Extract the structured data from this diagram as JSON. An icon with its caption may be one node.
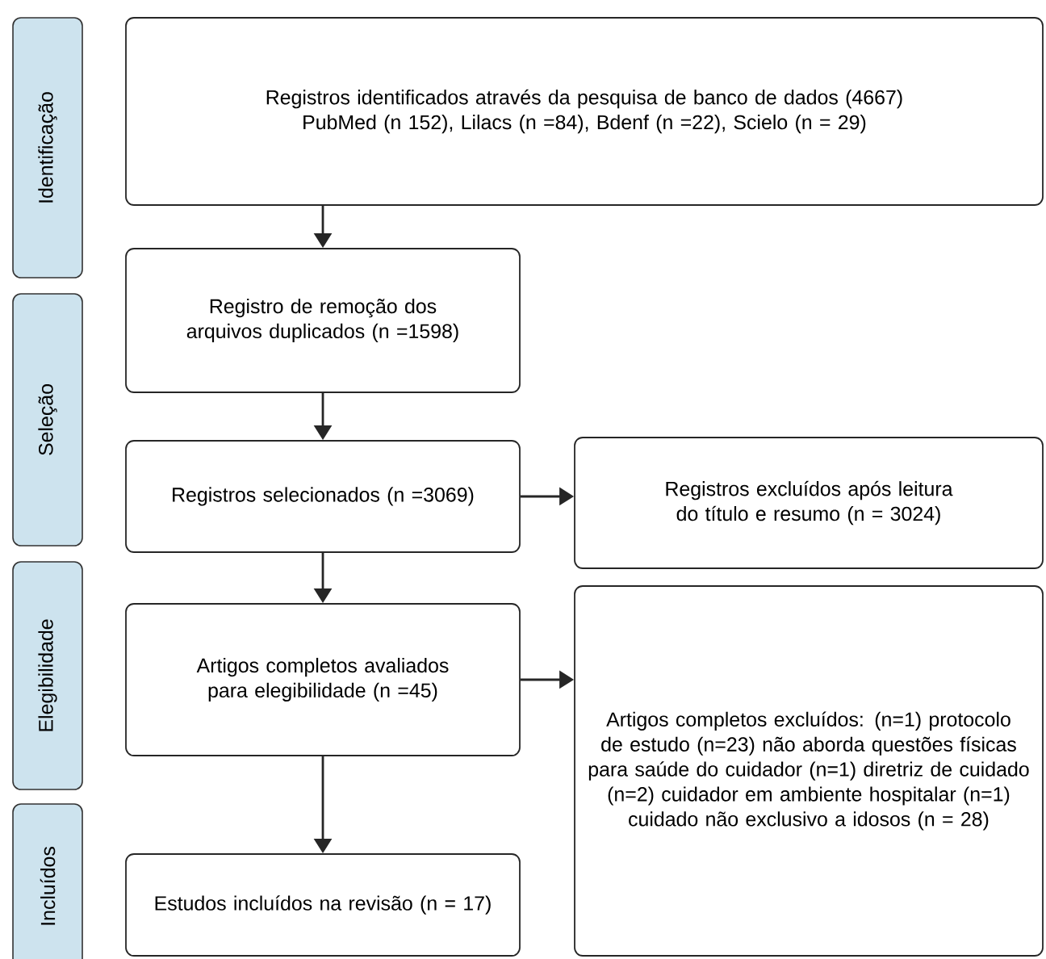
{
  "diagram": {
    "nodes": [
      {
        "text": [
          "Identificação"
        ]
      },
      {
        "text": [
          "Seleção"
        ]
      },
      {
        "text": [
          "Elegibilidade"
        ]
      },
      {
        "text": [
          "Incluídos"
        ]
      },
      {
        "text": [
          "Registros identificados através da pesquisa de banco de dados (4667)",
          "PubMed (n 152), Lilacs (n =84), Bdenf (n =22), Scielo (n = 29)"
        ]
      },
      {
        "text": [
          "Registro de remoção dos arquivos duplicados (n =1598)"
        ]
      },
      {
        "text": [
          "Registros selecionados (n =3069)"
        ]
      },
      {
        "text": [
          "Registros excluídos após leitura do título e resumo (n = 3024)"
        ]
      },
      {
        "text": [
          "Artigos completos avaliados para elegibilidade (n =45)"
        ]
      },
      {
        "text": [
          "Artigos completos excluídos: (n=1) protocolo de estudo (n=23) não aborda questões físicas para saúde do cuidador (n=1) diretriz de cuidado (n=2) cuidador em ambiente hospitalar (n=1) cuidado não exclusivo a idosos (n = 28)"
        ]
      },
      {
        "text": [
          "Estudos incluídos na revisão (n = 17)"
        ]
      }
    ],
    "edges": [
      {
        "from": 4,
        "to": 5,
        "arrow": "to"
      },
      {
        "from": 5,
        "to": 6,
        "arrow": "to"
      },
      {
        "from": 6,
        "to": 7,
        "arrow": "to"
      },
      {
        "from": 6,
        "to": 8,
        "arrow": "to"
      },
      {
        "from": 8,
        "to": 9,
        "arrow": "to"
      },
      {
        "from": 8,
        "to": 10,
        "arrow": "to"
      }
    ]
  }
}
